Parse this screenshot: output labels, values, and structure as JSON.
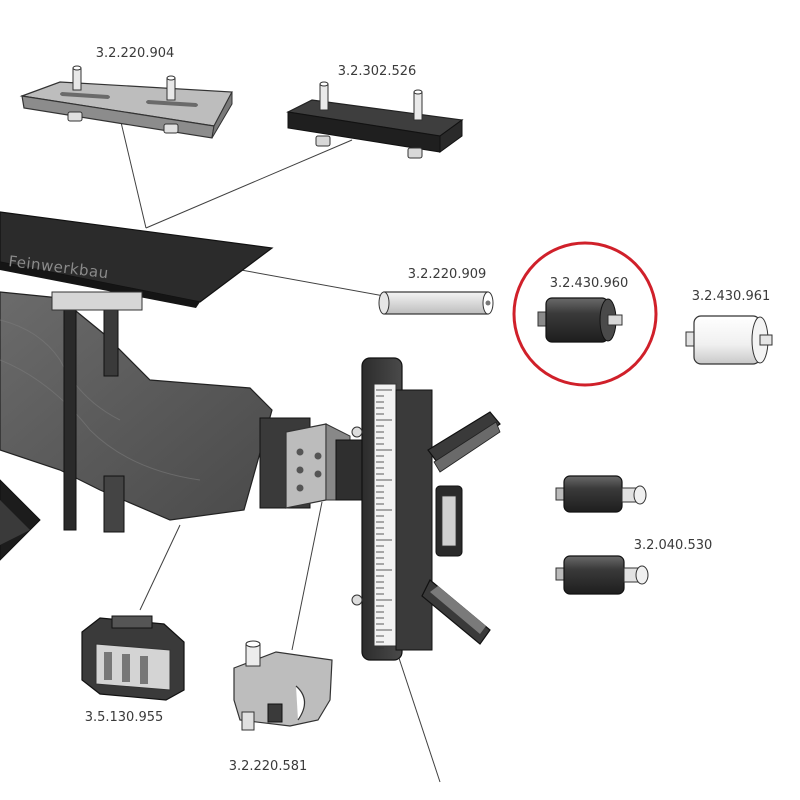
{
  "diagram": {
    "brand_text": "Feinwerkbau",
    "highlight_color": "#d0202a",
    "highlighted_part": "3.2.430.960",
    "parts": {
      "top_plate_light": "3.2.220.904",
      "top_plate_dark": "3.2.302.526",
      "pin": "3.2.220.909",
      "roller_dark": "3.2.430.960",
      "roller_white": "3.2.430.961",
      "small_rollers": "3.2.040.530",
      "clamp_block": "3.5.130.955",
      "bracket": "3.2.220.581"
    }
  }
}
